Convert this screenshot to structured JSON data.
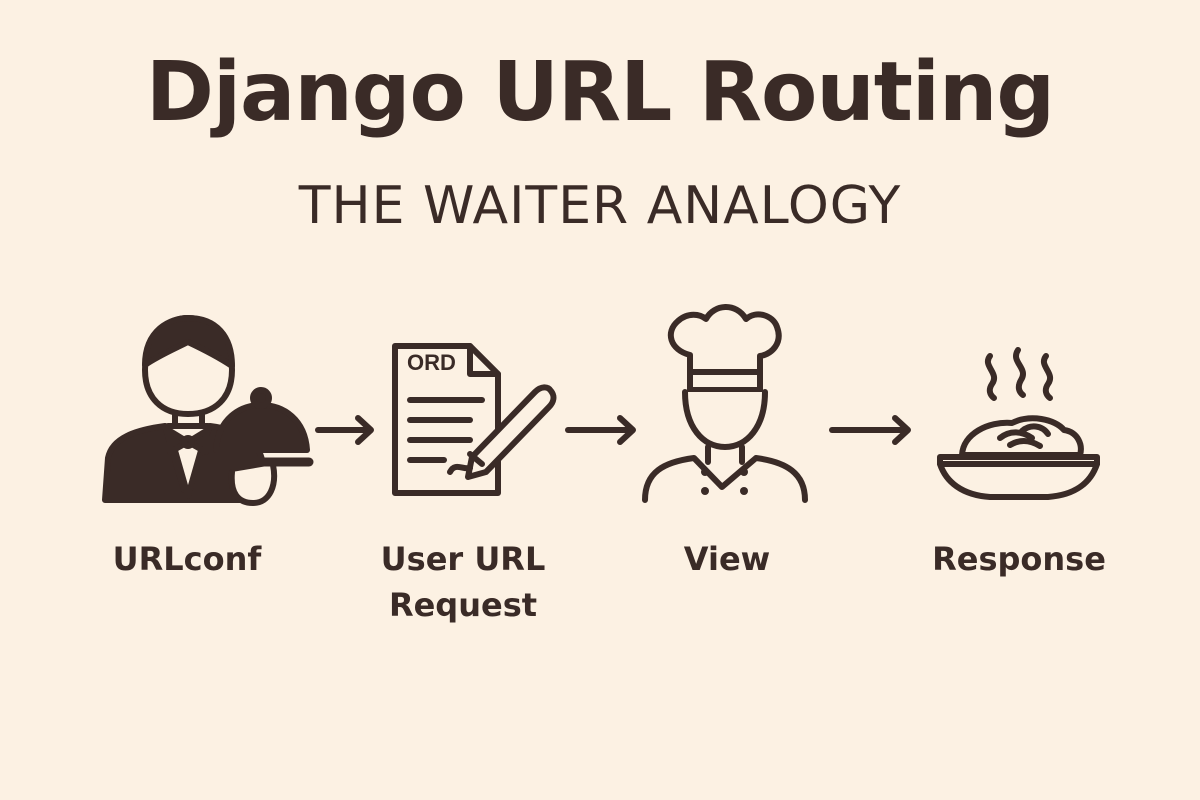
{
  "title": "Django URL Routing",
  "subtitle": "THE WAITER ANALOGY",
  "steps": [
    {
      "label": "URLconf",
      "icon": "waiter-with-cloche-icon"
    },
    {
      "label": "User URL Request",
      "icon": "order-document-icon",
      "icon_text": "ORD"
    },
    {
      "label": "View",
      "icon": "chef-icon"
    },
    {
      "label": "Response",
      "icon": "food-bowl-icon"
    }
  ],
  "colors": {
    "background": "#fcf1e3",
    "ink": "#3a2b27"
  }
}
